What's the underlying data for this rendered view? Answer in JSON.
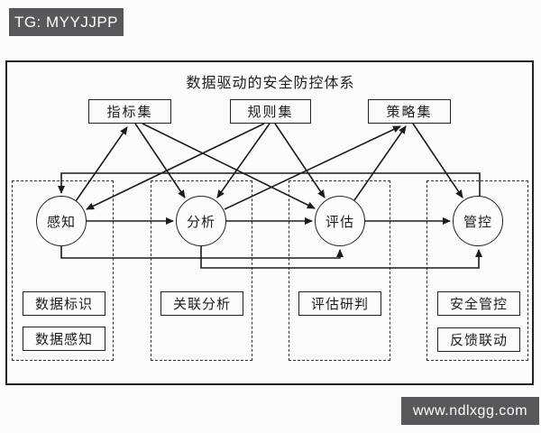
{
  "header": {
    "badge_text": "TG: MYYJJPP"
  },
  "watermark": {
    "badge_text": "www.ndlxgg.com"
  },
  "diagram": {
    "title": "数据驱动的安全防控体系",
    "resource_sets": [
      {
        "id": "indicator-set",
        "label": "指标集"
      },
      {
        "id": "rule-set",
        "label": "规则集"
      },
      {
        "id": "strategy-set",
        "label": "策略集"
      }
    ],
    "process_nodes": [
      {
        "id": "perception",
        "label": "感知",
        "sub_boxes": [
          "数据标识",
          "数据感知"
        ]
      },
      {
        "id": "analysis",
        "label": "分析",
        "sub_boxes": [
          "关联分析"
        ]
      },
      {
        "id": "evaluation",
        "label": "评估",
        "sub_boxes": [
          "评估研判"
        ]
      },
      {
        "id": "control",
        "label": "管控",
        "sub_boxes": [
          "安全管控",
          "反馈联动"
        ]
      }
    ],
    "edges": [
      {
        "from": "感知",
        "to": "指标集",
        "route": "diagonal"
      },
      {
        "from": "指标集",
        "to": "分析",
        "route": "diagonal"
      },
      {
        "from": "指标集",
        "to": "评估",
        "route": "diagonal"
      },
      {
        "from": "规则集",
        "to": "感知",
        "route": "diagonal"
      },
      {
        "from": "规则集",
        "to": "分析",
        "route": "diagonal"
      },
      {
        "from": "规则集",
        "to": "评估",
        "route": "diagonal"
      },
      {
        "from": "分析",
        "to": "策略集",
        "route": "diagonal"
      },
      {
        "from": "评估",
        "to": "策略集",
        "route": "diagonal"
      },
      {
        "from": "策略集",
        "to": "管控",
        "route": "diagonal"
      },
      {
        "from": "感知",
        "to": "分析",
        "route": "horizontal"
      },
      {
        "from": "分析",
        "to": "评估",
        "route": "horizontal"
      },
      {
        "from": "评估",
        "to": "管控",
        "route": "horizontal"
      },
      {
        "from": "感知",
        "to": "评估",
        "route": "bottom-bypass"
      },
      {
        "from": "分析",
        "to": "管控",
        "route": "bottom-bypass"
      },
      {
        "from": "管控",
        "to": "感知",
        "route": "top-feedback"
      }
    ]
  },
  "colors": {
    "badge_background": "#58585a",
    "badge_text": "#ffffff",
    "line_stroke": "#1c1c1c",
    "background": "#fcfcfc"
  }
}
